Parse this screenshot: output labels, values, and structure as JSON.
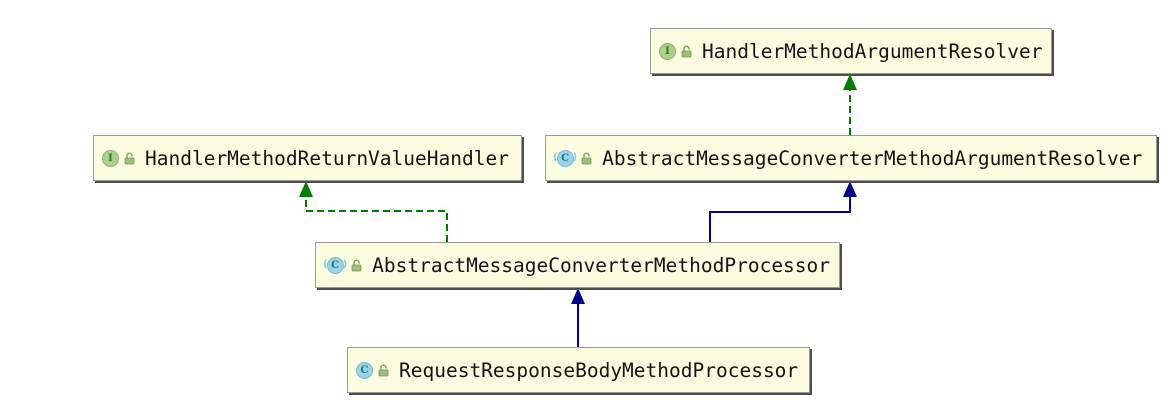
{
  "diagram": {
    "type": "uml-class-diagram",
    "nodes": [
      {
        "label": "HandlerMethodArgumentResolver",
        "kind": "interface",
        "icon_letter": "I",
        "visibility": "public"
      },
      {
        "label": "HandlerMethodReturnValueHandler",
        "kind": "interface",
        "icon_letter": "I",
        "visibility": "public"
      },
      {
        "label": "AbstractMessageConverterMethodArgumentResolver",
        "kind": "abstract-class",
        "icon_letter": "C",
        "visibility": "public"
      },
      {
        "label": "AbstractMessageConverterMethodProcessor",
        "kind": "abstract-class",
        "icon_letter": "C",
        "visibility": "public"
      },
      {
        "label": "RequestResponseBodyMethodProcessor",
        "kind": "class",
        "icon_letter": "C",
        "visibility": "public"
      }
    ],
    "edges": [
      {
        "from": "AbstractMessageConverterMethodArgumentResolver",
        "to": "HandlerMethodArgumentResolver",
        "type": "implements",
        "style": "dashed",
        "color": "#007D00"
      },
      {
        "from": "AbstractMessageConverterMethodProcessor",
        "to": "HandlerMethodReturnValueHandler",
        "type": "implements",
        "style": "dashed",
        "color": "#007D00"
      },
      {
        "from": "AbstractMessageConverterMethodProcessor",
        "to": "AbstractMessageConverterMethodArgumentResolver",
        "type": "extends",
        "style": "solid",
        "color": "#00008B"
      },
      {
        "from": "RequestResponseBodyMethodProcessor",
        "to": "AbstractMessageConverterMethodProcessor",
        "type": "extends",
        "style": "solid",
        "color": "#00008B"
      }
    ],
    "colors": {
      "node_fill": "#FCFCE1",
      "node_border": "#9B9B9B",
      "node_shadow": "#4C4C4C",
      "implements_arrow": "#007D00",
      "extends_arrow": "#00008B",
      "interface_icon_fill": "#ABD08C",
      "interface_icon_letter": "#3F6F26",
      "class_icon_fill": "#9BD4E4",
      "class_icon_letter": "#17768F",
      "public_lock_icon": "#9CC27A"
    }
  }
}
